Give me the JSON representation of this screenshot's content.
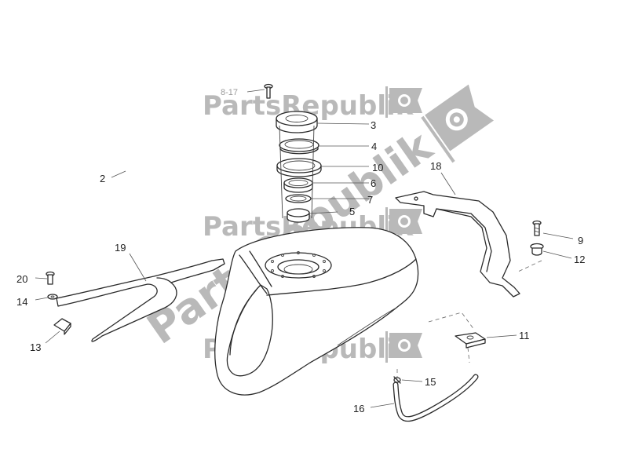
{
  "watermark": {
    "brand": "PartsRepublik",
    "color": "#b9b9b9"
  },
  "reference_label": "8-17",
  "callouts": [
    {
      "id": "c2",
      "text": "2"
    },
    {
      "id": "c3",
      "text": "3"
    },
    {
      "id": "c4",
      "text": "4"
    },
    {
      "id": "c5",
      "text": "5"
    },
    {
      "id": "c6",
      "text": "6"
    },
    {
      "id": "c7",
      "text": "7"
    },
    {
      "id": "c9",
      "text": "9"
    },
    {
      "id": "c10",
      "text": "10"
    },
    {
      "id": "c11",
      "text": "11"
    },
    {
      "id": "c12",
      "text": "12"
    },
    {
      "id": "c13",
      "text": "13"
    },
    {
      "id": "c14",
      "text": "14"
    },
    {
      "id": "c15",
      "text": "15"
    },
    {
      "id": "c16",
      "text": "16"
    },
    {
      "id": "c18",
      "text": "18"
    },
    {
      "id": "c19",
      "text": "19"
    },
    {
      "id": "c20",
      "text": "20"
    }
  ]
}
